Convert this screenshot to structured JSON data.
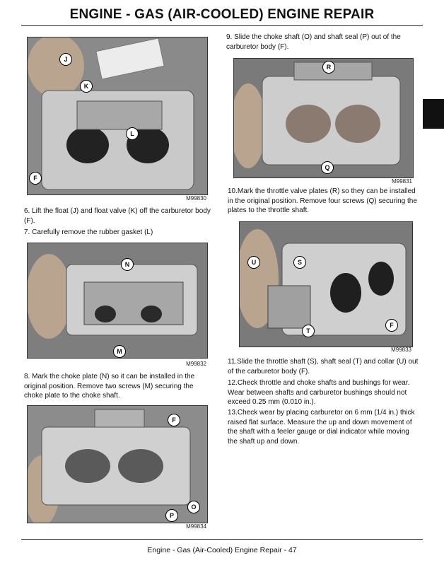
{
  "header": {
    "title": "ENGINE - GAS (AIR-COOLED)   ENGINE REPAIR"
  },
  "figures": [
    {
      "id": "M99830",
      "callouts": [
        "J",
        "K",
        "L",
        "F"
      ]
    },
    {
      "id": "M99831",
      "callouts": [
        "R",
        "Q"
      ]
    },
    {
      "id": "M99832",
      "callouts": [
        "N",
        "M"
      ]
    },
    {
      "id": "M99833",
      "callouts": [
        "U",
        "S",
        "T",
        "F"
      ]
    },
    {
      "id": "M99834",
      "callouts": [
        "F",
        "O",
        "P"
      ]
    }
  ],
  "steps": {
    "s6": "6. Lift the float (J) and float valve (K) off the carburetor body (F).",
    "s7": "7. Carefully remove the rubber gasket (L)",
    "s8": "8. Mark the choke plate (N) so it can be installed in the original position. Remove two screws (M) securing the choke plate to the choke shaft.",
    "s9": "9. Slide the choke shaft (O) and shaft seal (P) out of the carburetor body (F).",
    "s10": "10.Mark the throttle valve plates (R) so they can be installed in the original position. Remove four screws (Q) securing the plates to the throttle shaft.",
    "s11": "11.Slide the throttle shaft (S), shaft seal (T) and collar (U) out of the carburetor body (F).",
    "s12": "12.Check throttle and choke shafts and bushings for wear. Wear between shafts and carburetor bushings should not exceed 0.25 mm (0.010 in.).",
    "s13": "13.Check wear by placing carburetor on 6 mm (1/4 in.) thick raised flat surface. Measure the up and down movement of the shaft with a feeler gauge or dial indicator while moving the shaft up and down."
  },
  "footer": {
    "text": "Engine - Gas (Air-Cooled)   Engine Repair  - 47"
  }
}
